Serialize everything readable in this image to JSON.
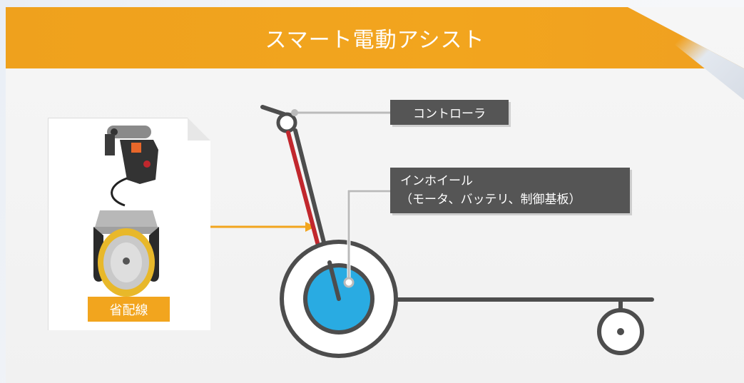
{
  "header": {
    "title": "スマート電動アシスト"
  },
  "photo_card": {
    "badge_label": "省配線"
  },
  "callouts": {
    "controller": "コントローラ",
    "in_wheel_line1": "インホイール",
    "in_wheel_line2": "（モータ、バッテリ、制御基板）"
  },
  "colors": {
    "banner": "#f2a51e",
    "callout_bg": "#555555",
    "wheel_hub": "#29abe2",
    "handle_red": "#c1272d",
    "frame": "#4d4d4d",
    "leader_line": "#bbbbbb"
  },
  "icons": {
    "controller_handle": "controller-handle-icon",
    "in_wheel_motor": "in-wheel-motor-icon"
  }
}
